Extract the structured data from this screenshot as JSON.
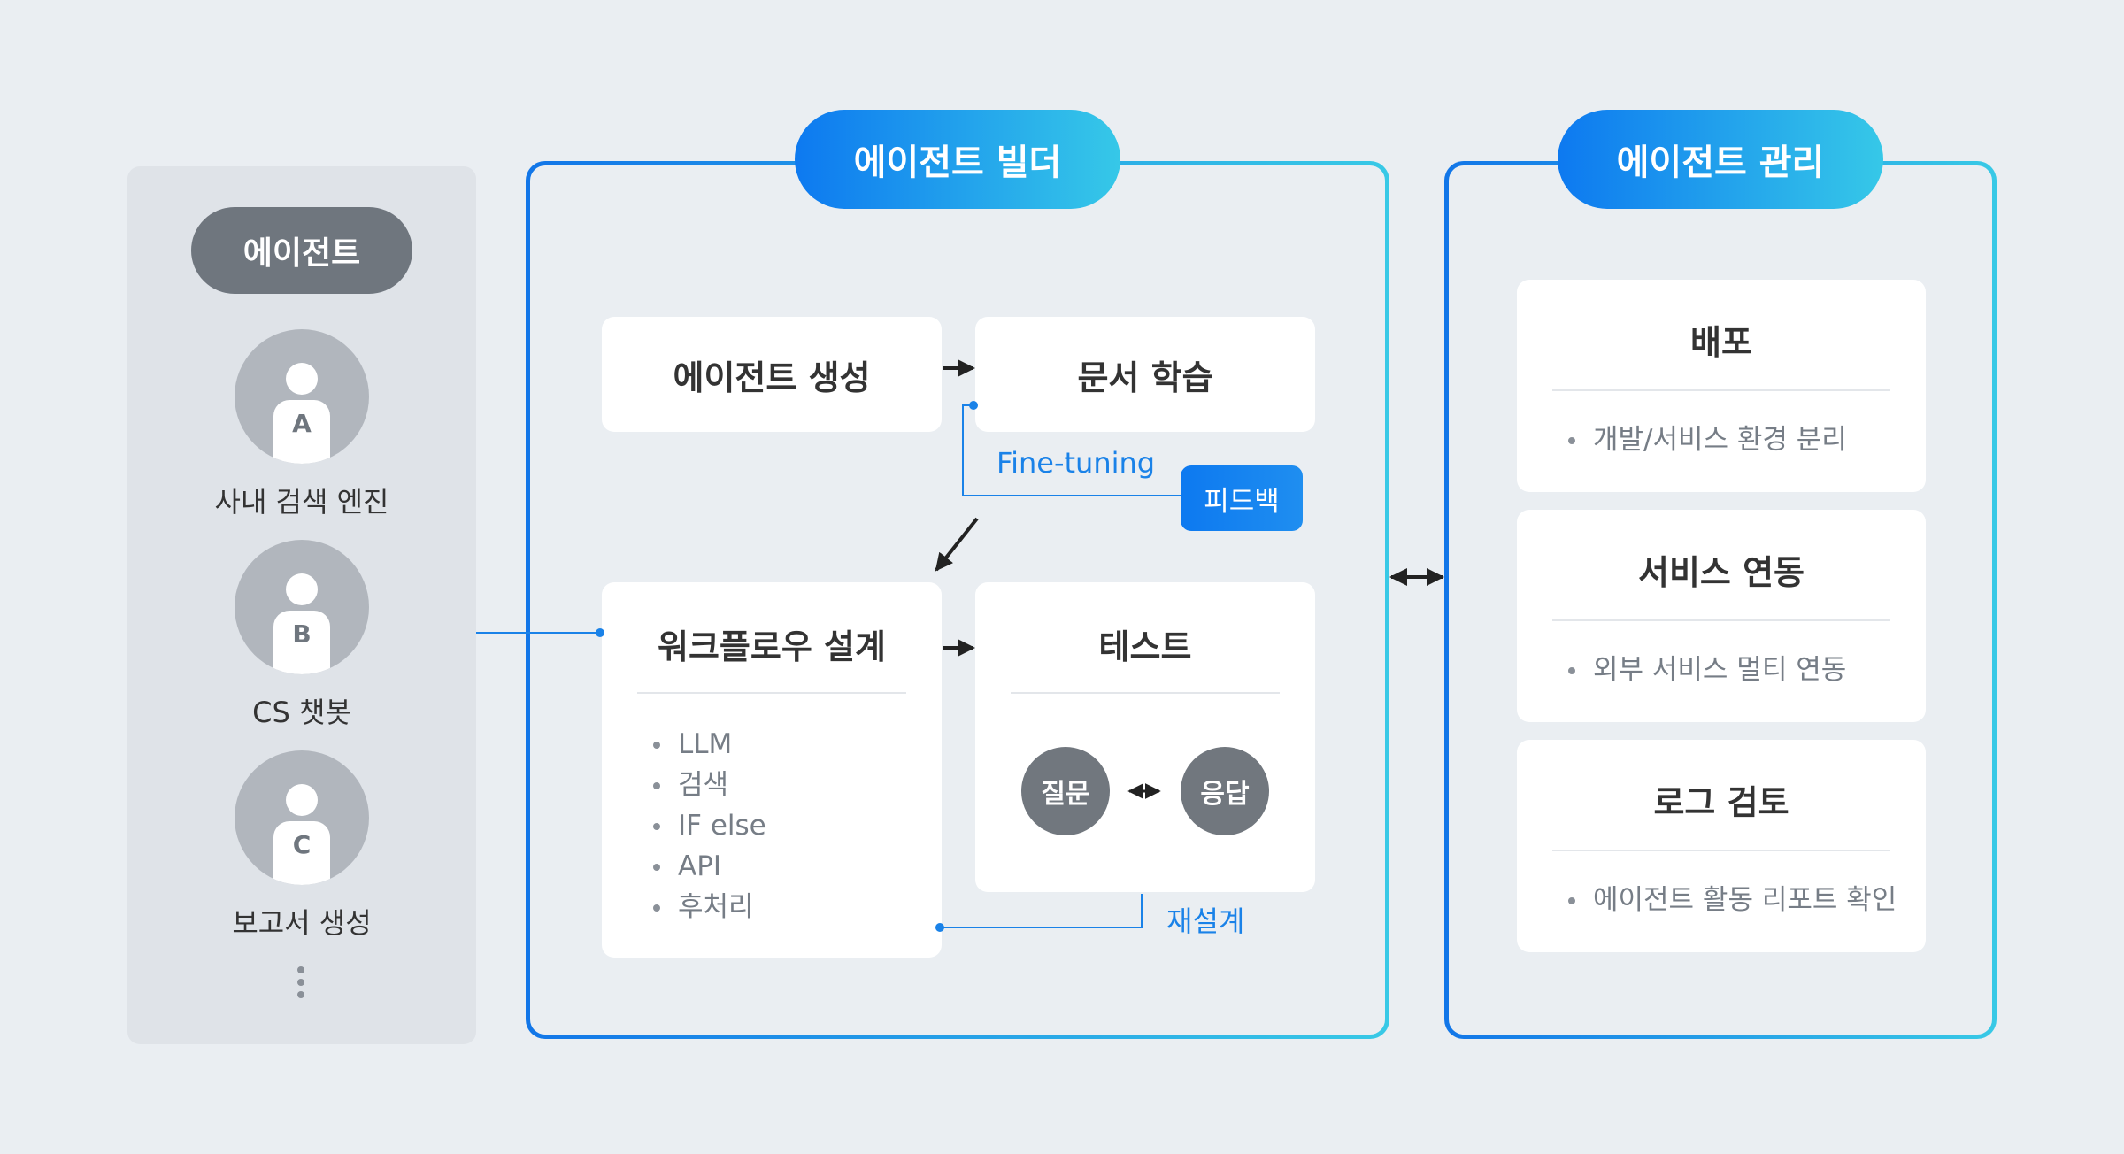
{
  "agents": {
    "title": "에이전트",
    "items": [
      {
        "badge": "A",
        "name": "사내 검색 엔진"
      },
      {
        "badge": "B",
        "name": "CS 챗봇"
      },
      {
        "badge": "C",
        "name": "보고서 생성"
      }
    ]
  },
  "builder": {
    "title": "에이전트 빌더",
    "create": "에이전트 생성",
    "learn": "문서 학습",
    "finetuning": "Fine-tuning",
    "feedback": "피드백",
    "workflow": {
      "title": "워크플로우 설계",
      "items": [
        "LLM",
        "검색",
        "IF else",
        "API",
        "후처리"
      ]
    },
    "test": {
      "title": "테스트",
      "question": "질문",
      "answer": "응답"
    },
    "redesign": "재설계"
  },
  "management": {
    "title": "에이전트 관리",
    "cards": [
      {
        "title": "배포",
        "item": "개발/서비스 환경 분리"
      },
      {
        "title": "서비스 연동",
        "item": "외부 서비스 멀티 연동"
      },
      {
        "title": "로그 검토",
        "item": "에이전트 활동 리포트 확인"
      }
    ]
  },
  "colors": {
    "accent": "#0d79f0",
    "accent_light": "#36c8e8",
    "background": "#eaeef2",
    "gray_pill": "#6f767e"
  }
}
